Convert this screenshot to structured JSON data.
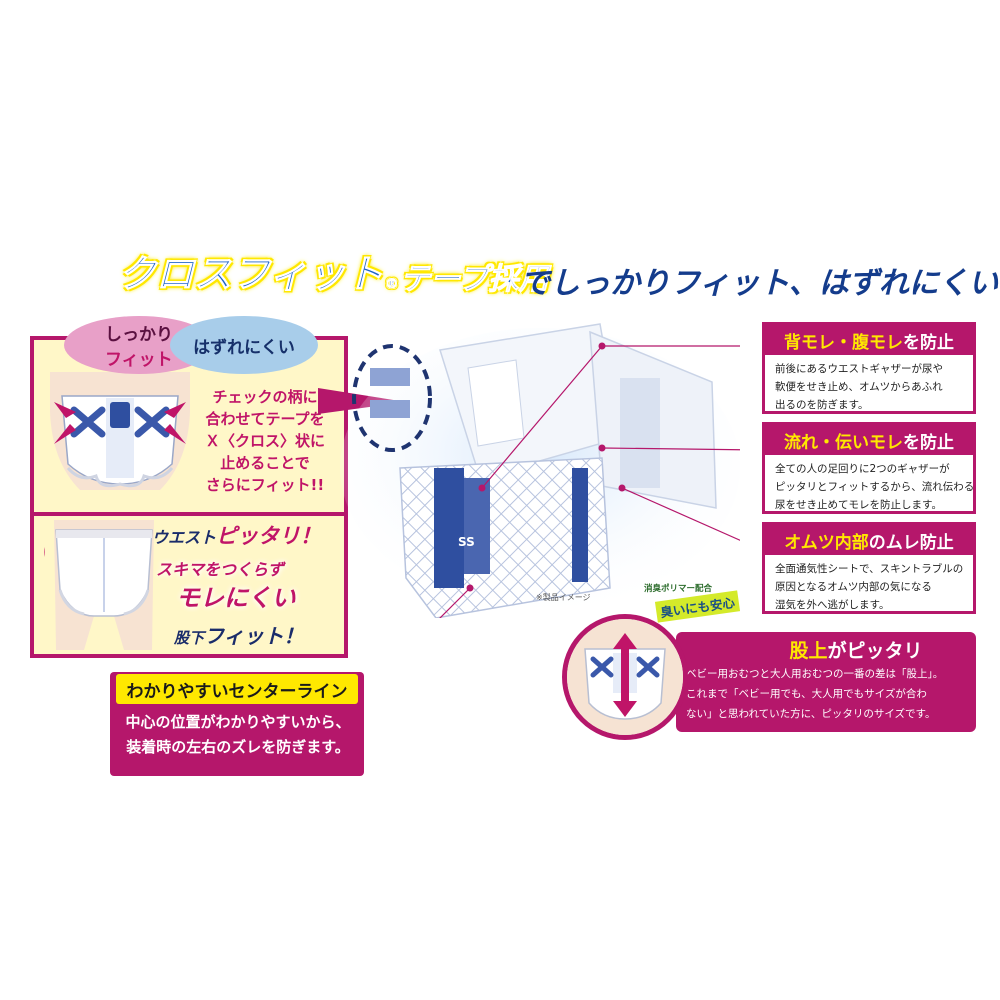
{
  "headline": {
    "brand_part1": "クロスフィット",
    "registered_mark": "®",
    "brand_part2": "テープ採用",
    "rest": "でしっかりフィット、はずれにくい！"
  },
  "bubbles": {
    "pink_prefix": "しっかり",
    "pink_suffix": "フィット",
    "blue": "はずれにくい"
  },
  "tape_text": {
    "lines": [
      "チェックの柄に",
      "合わせてテープを",
      "Ｘ〈クロス〉状に",
      "止めることで",
      "さらにフィット!!"
    ]
  },
  "fit_features": {
    "waist_prefix": "ウエスト",
    "waist_emphasis": "ピッタリ！",
    "sukima": "スキマをつくらず",
    "moreni": "モレにくい",
    "matashita_prefix": "股下",
    "matashita_emphasis": "フィット！"
  },
  "center_line": {
    "title": "わかりやすいセンターライン",
    "body": [
      "中心の位置がわかりやすいから、",
      "装着時の左右のズレを防ぎます。"
    ]
  },
  "feature_boxes": [
    {
      "title_prefix": "背モレ・腹モレ",
      "title_suffix": "を防止",
      "body": [
        "前後にあるウエストギャザーが尿や",
        "軟便をせき止め、オムツからあふれ",
        "出るのを防ぎます。"
      ]
    },
    {
      "title_prefix": "流れ・伝いモレ",
      "title_suffix": "を防止",
      "body": [
        "全ての人の足回りに2つのギャザーが",
        "ピッタリとフィットするから、流れ伝わる",
        "尿をせき止めてモレを防止します。"
      ]
    },
    {
      "title_prefix": "オムツ内部",
      "title_suffix": "のムレ防止",
      "body": [
        "全面通気性シートで、スキントラブルの",
        "原因となるオムツ内部の気になる",
        "湿気を外へ逃がします。"
      ]
    }
  ],
  "matagami": {
    "title_prefix": "股上",
    "title_suffix": "がピッタリ",
    "body": [
      "ベビー用おむつと大人用おむつの一番の差は「股上」。",
      "これまで「ベビー用でも、大人用でもサイズが合わ",
      "ない」と思われていた方に、ピッタリのサイズです。"
    ]
  },
  "smell_badge": {
    "small": "消臭ポリマー配合",
    "big": "臭いにも安心"
  },
  "product_note": "※製品イメージ",
  "diaper_size_label": "SS",
  "colors": {
    "magenta": "#b5176b",
    "yellow": "#ffe800",
    "navy": "#143c8c",
    "brand_blue": "#1d63c8",
    "cream": "#fff7c8"
  },
  "icons": [
    "diaper-illustration",
    "arrow-icon",
    "smell-leaf-icon"
  ]
}
